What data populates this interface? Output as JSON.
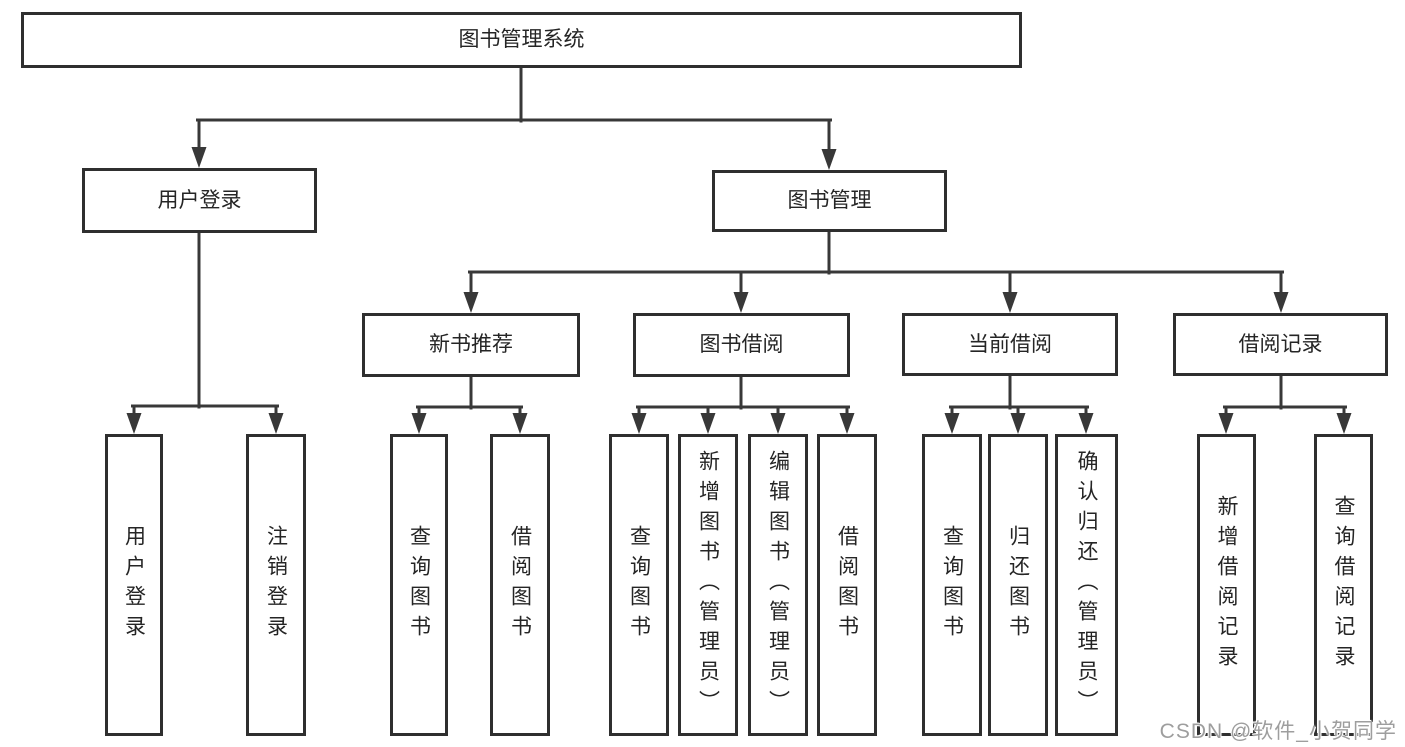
{
  "diagram_title": "图书管理系统",
  "colors": {
    "line": "#383838",
    "box_border": "#2f2f2f",
    "box_bg": "#ffffff",
    "text": "#252525",
    "watermark": "#9e9e9e"
  },
  "tree": {
    "root": {
      "label": "图书管理系统"
    },
    "level2": [
      {
        "label": "用户登录",
        "parent": "图书管理系统"
      },
      {
        "label": "图书管理",
        "parent": "图书管理系统"
      }
    ],
    "level3": [
      {
        "label": "新书推荐",
        "parent": "图书管理"
      },
      {
        "label": "图书借阅",
        "parent": "图书管理"
      },
      {
        "label": "当前借阅",
        "parent": "图书管理"
      },
      {
        "label": "借阅记录",
        "parent": "图书管理"
      }
    ],
    "leaves": [
      {
        "label": "用户登录",
        "parent": "用户登录"
      },
      {
        "label": "注销登录",
        "parent": "用户登录"
      },
      {
        "label": "查询图书",
        "parent": "新书推荐"
      },
      {
        "label": "借阅图书",
        "parent": "新书推荐"
      },
      {
        "label": "查询图书",
        "parent": "图书借阅"
      },
      {
        "label": "新增图书（管理员）",
        "parent": "图书借阅"
      },
      {
        "label": "编辑图书（管理员）",
        "parent": "图书借阅"
      },
      {
        "label": "借阅图书",
        "parent": "图书借阅"
      },
      {
        "label": "查询图书",
        "parent": "当前借阅"
      },
      {
        "label": "归还图书",
        "parent": "当前借阅"
      },
      {
        "label": "确认归还（管理员）",
        "parent": "当前借阅"
      },
      {
        "label": "新增借阅记录",
        "parent": "借阅记录"
      },
      {
        "label": "查询借阅记录",
        "parent": "借阅记录"
      }
    ]
  },
  "watermark": "CSDN @软件_小贺同学"
}
